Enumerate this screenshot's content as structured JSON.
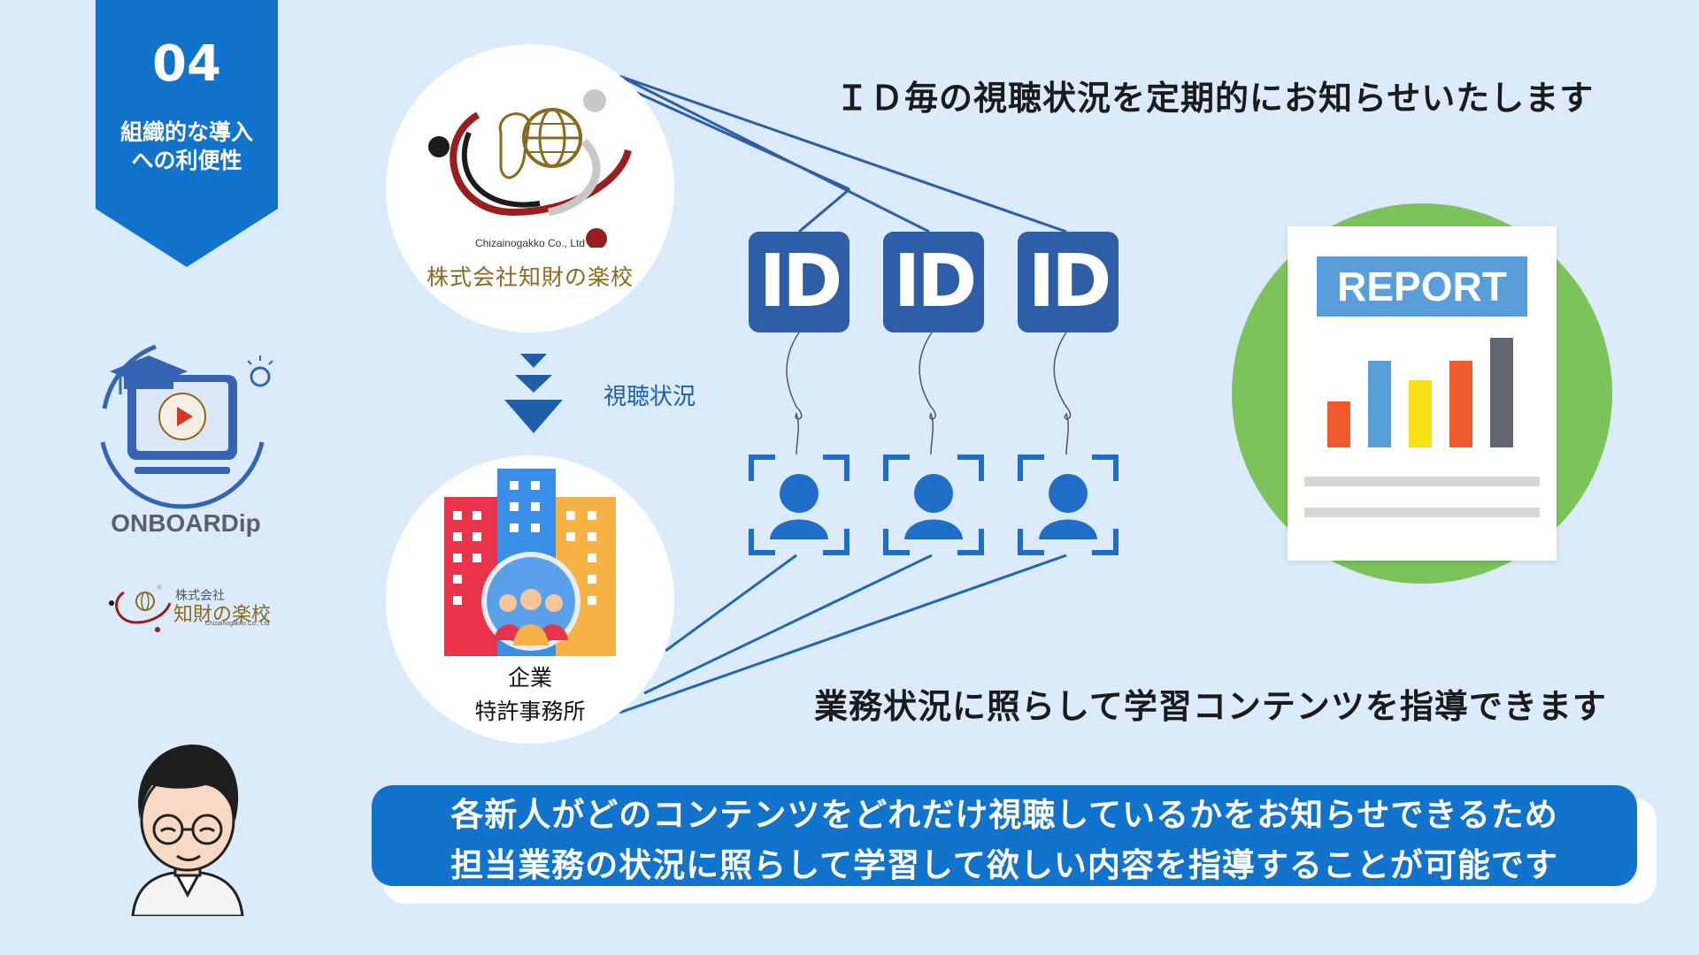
{
  "badge": {
    "number": "04",
    "title": "組織的な導入\nへの利便性"
  },
  "company": {
    "name_en": "Chizainogakko Co., Ltd",
    "name_jp": "株式会社知財の楽校"
  },
  "flow": {
    "label": "視聴状況"
  },
  "client": {
    "label": "企業\n特許事務所"
  },
  "ids": [
    {
      "label": "ID"
    },
    {
      "label": "ID"
    },
    {
      "label": "ID"
    }
  ],
  "headline_top": "ＩＤ毎の視聴状況を定期的にお知らせいたします",
  "headline_mid": "業務状況に照らして学習コンテンツを指導できます",
  "report": {
    "label": "REPORT",
    "bar_colors": [
      "#ef5b2c",
      "#5a9ed9",
      "#f6e016",
      "#ef5b2c",
      "#5f6670"
    ]
  },
  "logos": {
    "onboard": "ONBOARDip",
    "small_jp_line1": "株式会社",
    "small_jp_line2": "知財の楽校",
    "small_en": "Chizainogakko Co., Ltd"
  },
  "message": {
    "line1": "各新人がどのコンテンツをどれだけ視聴しているかをお知らせできるため",
    "line2": "担当業務の状況に照らして学習して欲しい内容を指導することが可能です"
  },
  "colors": {
    "background": "#dcebfb",
    "brand_blue": "#1273cc",
    "id_blue": "#2f5ea8",
    "report_green": "#7dc35b"
  }
}
